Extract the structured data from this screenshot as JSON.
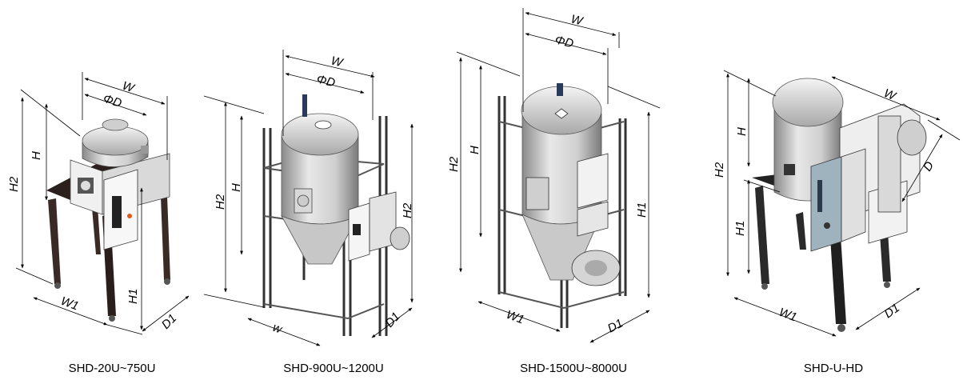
{
  "diagrams": [
    {
      "caption": "SHD-20U~750U",
      "labels": {
        "W": "W",
        "PhiD": "ΦD",
        "H": "H",
        "H2": "H2",
        "H1": "H1",
        "W1": "W1",
        "D1": "D1"
      }
    },
    {
      "caption": "SHD-900U~1200U",
      "labels": {
        "W_top": "W",
        "PhiD": "ΦD",
        "H": "H",
        "H2_left": "H2",
        "H2_right": "H2",
        "W_bottom": "w",
        "D1": "D1"
      }
    },
    {
      "caption": "SHD-1500U~8000U",
      "labels": {
        "W": "W",
        "PhiD": "ΦD",
        "H": "H",
        "H2": "H2",
        "H1": "H1",
        "W1": "W1",
        "D1": "D1"
      }
    },
    {
      "caption": "SHD-U-HD",
      "labels": {
        "W": "W",
        "H": "H",
        "H2": "H2",
        "H1": "H1",
        "D": "D",
        "W1": "W1",
        "D1": "D1"
      }
    }
  ]
}
